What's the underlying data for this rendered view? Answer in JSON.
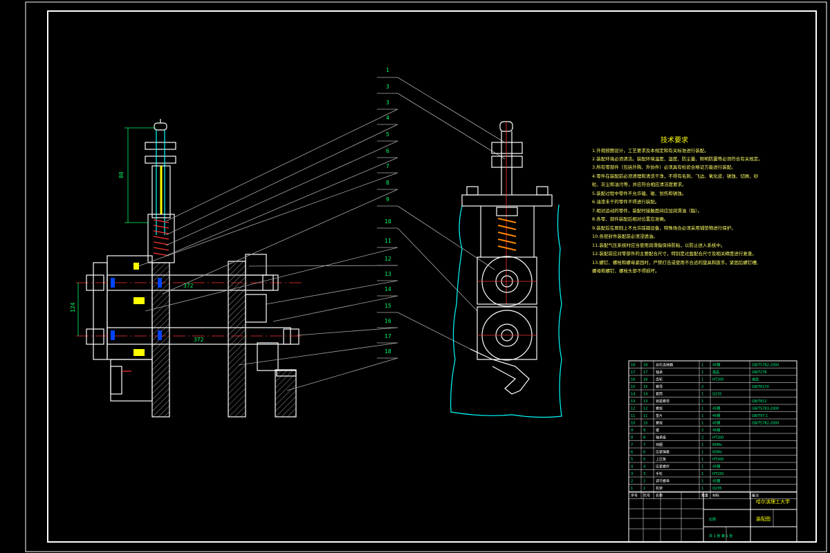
{
  "callouts": [
    "1",
    "3",
    "3",
    "4",
    "5",
    "6",
    "7",
    "8",
    "9",
    "10",
    "11",
    "12",
    "13",
    "14",
    "15",
    "16",
    "17",
    "18"
  ],
  "tech_req": {
    "title": "技术要求",
    "lines": [
      "1.外观按图设计，工艺要求及本规定和有关标准进行装配。",
      "2.装配环境必须清洁。装配环境温度、湿度、防尘量、照明防震等必须符合有关规定。",
      "3.所有零部件（包括外购、外协件）必须具有检验合格证方能进行装配。",
      "4.零件在装配前必须清理和清洗干净，不得有毛刺、飞边、氧化皮、锈蚀、切屑、砂",
      "粒、灰尘和油污等，并应符合相应清洁度要求。",
      "5.装配过程中零件不允许磕、碰、划伤和锈蚀。",
      "6.油漆未干的零件不得进行装配。",
      "7.相对运动的零件，装配时接触面间应加润滑油（脂）。",
      "8.各零、部件装配后相对位置应准确。",
      "9.装配后在原则上不允许踩踏设备，特殊场合必须采用铺垫物进行保护。",
      "10.各密封件装配前必须浸透油。",
      "11.装配气压系统时应当使用润滑脂保持防粘，以防止进入系统中。",
      "12.装配前应对零部件的主要配合尺寸，特别是过盈配合尺寸及相关精度进行复查。",
      "13.螺钉、螺栓和螺母紧固时，严禁打击或使用不合适的旋具和扳手。紧固后螺钉槽、",
      "螺母和螺钉、螺栓头部不得损坏。"
    ]
  },
  "bom": {
    "rows": [
      [
        "18",
        "18",
        "丝杠连接器",
        "1",
        "45钢",
        "GB/T5782-2000"
      ],
      [
        "17",
        "17",
        "轴承",
        "1",
        "成品",
        "GB/T276"
      ],
      [
        "16",
        "16",
        "齿轮",
        "1",
        "HT200",
        "成品"
      ],
      [
        "15",
        "15",
        "螺母",
        "2",
        "",
        "GB/T6170"
      ],
      [
        "14",
        "14",
        "套筒",
        "1",
        "Q235",
        ""
      ],
      [
        "13",
        "13",
        "锁紧螺母",
        "1",
        "",
        "GB/T812"
      ],
      [
        "12",
        "12",
        "螺栓",
        "1",
        "45钢",
        "GB/T5783-2000"
      ],
      [
        "11",
        "11",
        "垫片",
        "1",
        "45钢",
        "GB/T97.1"
      ],
      [
        "10",
        "10",
        "螺栓",
        "1",
        "45钢",
        "GB/T5782-2000"
      ],
      [
        "9",
        "9",
        "键",
        "2",
        "45钢",
        ""
      ],
      [
        "8",
        "8",
        "轴承座",
        "2",
        "HT200",
        ""
      ],
      [
        "7",
        "7",
        "挡圈",
        "1",
        "65Mn",
        ""
      ],
      [
        "6",
        "6",
        "压紧弹簧",
        "1",
        "65Mn",
        ""
      ],
      [
        "5",
        "5",
        "上压板",
        "1",
        "HT200",
        ""
      ],
      [
        "4",
        "4",
        "压紧螺杆",
        "1",
        "45钢",
        ""
      ],
      [
        "3",
        "3",
        "手轮",
        "1",
        "HT150",
        ""
      ],
      [
        "2",
        "2",
        "调节螺母",
        "1",
        "45钢",
        ""
      ],
      [
        "1",
        "1",
        "机架",
        "1",
        "Q235",
        ""
      ]
    ],
    "header": [
      "序号",
      "代号",
      "名称",
      "数量",
      "材料",
      "备注"
    ]
  },
  "title_block": {
    "school": "哈尔滨理工大学",
    "drawing_name": "装配图",
    "scale_label": "比例",
    "sheet_label": "共 1 张  第 1 张"
  },
  "dimensions": {
    "stroke": "80",
    "center_dist": "124",
    "shaft_len_top": "372",
    "shaft_len_bottom": "372"
  }
}
